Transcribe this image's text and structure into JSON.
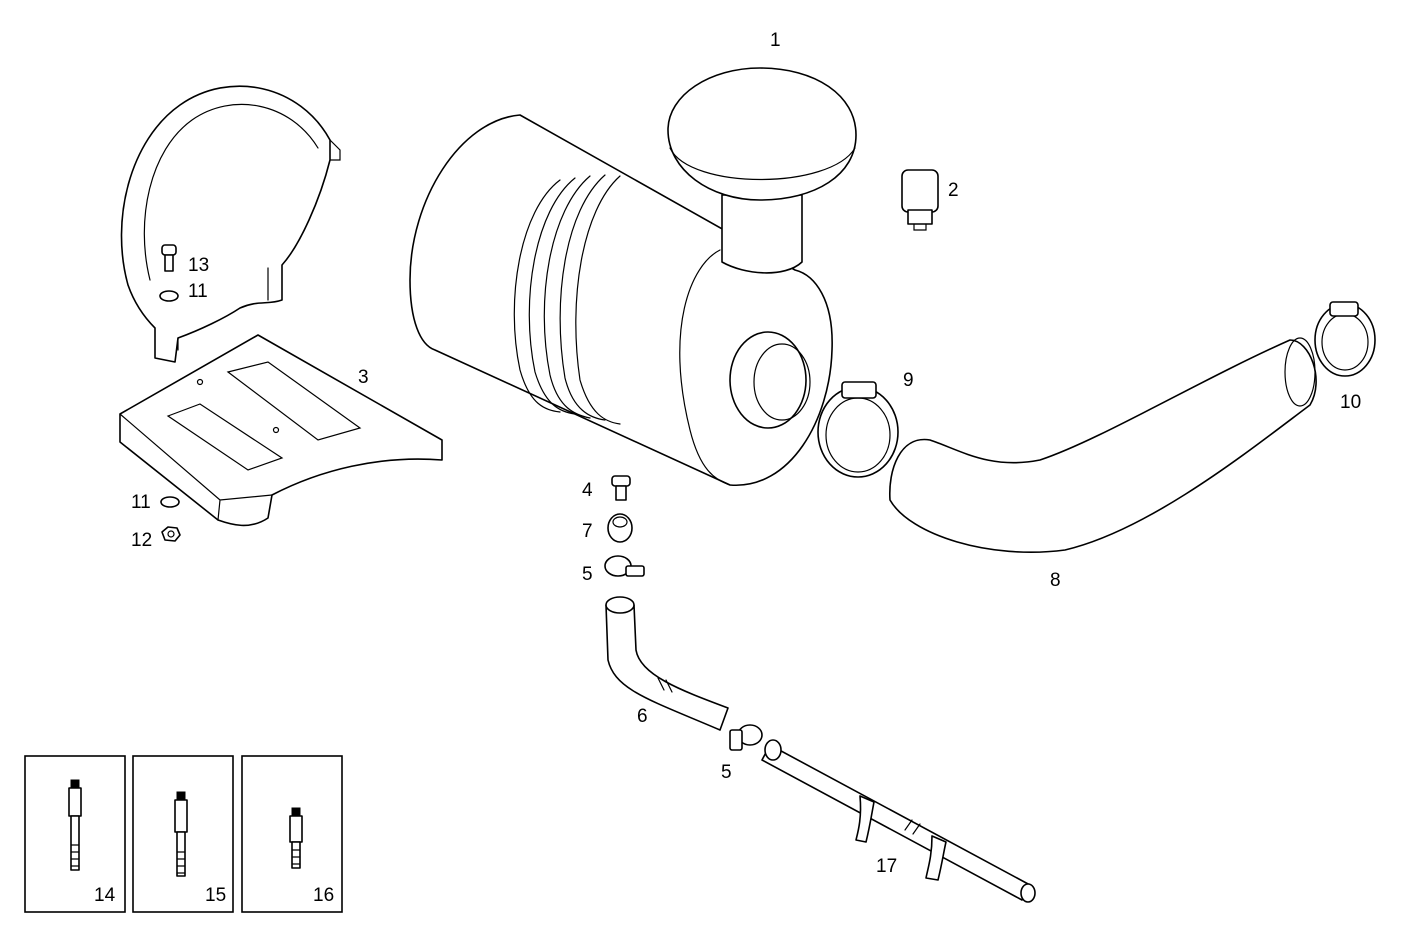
{
  "labels": {
    "p1": "1",
    "p2": "2",
    "p3": "3",
    "p4": "4",
    "p5a": "5",
    "p5b": "5",
    "p6": "6",
    "p7": "7",
    "p8": "8",
    "p9": "9",
    "p10": "10",
    "p11a": "11",
    "p11b": "11",
    "p12": "12",
    "p13": "13",
    "p14": "14",
    "p15": "15",
    "p16": "16",
    "p17": "17"
  }
}
